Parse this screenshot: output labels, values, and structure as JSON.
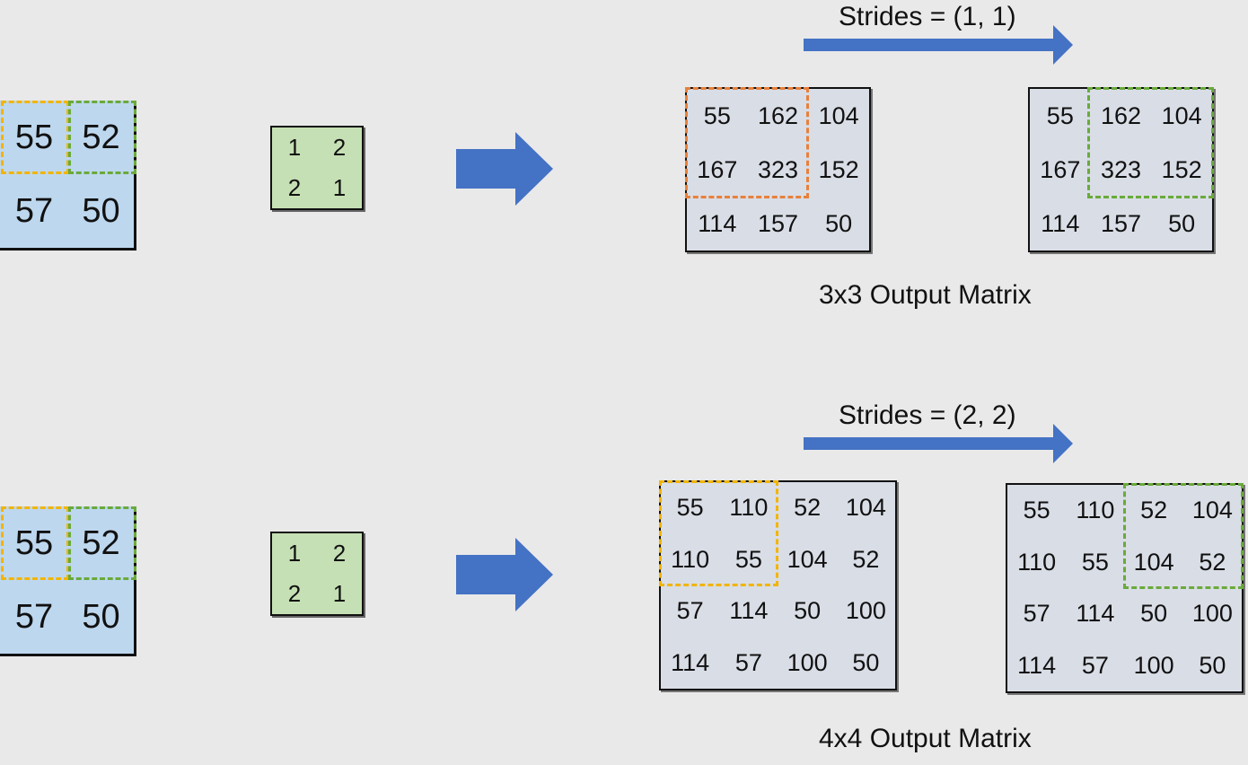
{
  "colors": {
    "background": "#e9e9e9",
    "input_fill": "#bdd7ee",
    "kernel_fill": "#c5e0b4",
    "output_fill": "#d9dde6",
    "arrow_blue": "#4472c4",
    "dash_yellow": "#f2b500",
    "dash_green": "#6aaa3a",
    "dash_orange": "#e8803a"
  },
  "top": {
    "input": [
      [
        "55",
        "52"
      ],
      [
        "57",
        "50"
      ]
    ],
    "kernel": [
      [
        "1",
        "2"
      ],
      [
        "2",
        "1"
      ]
    ],
    "strides_label": "Strides = (1, 1)",
    "output_a": [
      [
        "55",
        "162",
        "104"
      ],
      [
        "167",
        "323",
        "152"
      ],
      [
        "114",
        "157",
        "50"
      ]
    ],
    "output_b": [
      [
        "55",
        "162",
        "104"
      ],
      [
        "167",
        "323",
        "152"
      ],
      [
        "114",
        "157",
        "50"
      ]
    ],
    "caption": "3x3 Output Matrix"
  },
  "bottom": {
    "input": [
      [
        "55",
        "52"
      ],
      [
        "57",
        "50"
      ]
    ],
    "kernel": [
      [
        "1",
        "2"
      ],
      [
        "2",
        "1"
      ]
    ],
    "strides_label": "Strides = (2, 2)",
    "output_a": [
      [
        "55",
        "110",
        "52",
        "104"
      ],
      [
        "110",
        "55",
        "104",
        "52"
      ],
      [
        "57",
        "114",
        "50",
        "100"
      ],
      [
        "114",
        "57",
        "100",
        "50"
      ]
    ],
    "output_b": [
      [
        "55",
        "110",
        "52",
        "104"
      ],
      [
        "110",
        "55",
        "104",
        "52"
      ],
      [
        "57",
        "114",
        "50",
        "100"
      ],
      [
        "114",
        "57",
        "100",
        "50"
      ]
    ],
    "caption": "4x4 Output Matrix"
  }
}
